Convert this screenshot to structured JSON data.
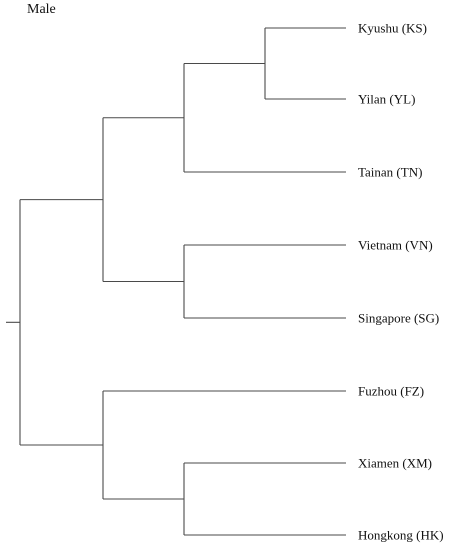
{
  "title": "Male",
  "leaves": [
    {
      "id": "KS",
      "label": "Kyushu (KS)"
    },
    {
      "id": "YL",
      "label": "Yilan (YL)"
    },
    {
      "id": "TN",
      "label": "Tainan (TN)"
    },
    {
      "id": "VN",
      "label": "Vietnam (VN)"
    },
    {
      "id": "SG",
      "label": "Singapore (SG)"
    },
    {
      "id": "FZ",
      "label": "Fuzhou (FZ)"
    },
    {
      "id": "XM",
      "label": "Xiamen (XM)"
    },
    {
      "id": "HK",
      "label": "Hongkong (HK)"
    }
  ],
  "tree": {
    "children": [
      {
        "children": [
          {
            "children": [
              {
                "children": [
                  {
                    "leaf": "KS"
                  },
                  {
                    "leaf": "YL"
                  }
                ]
              },
              {
                "leaf": "TN"
              }
            ]
          },
          {
            "children": [
              {
                "leaf": "VN"
              },
              {
                "leaf": "SG"
              }
            ]
          }
        ]
      },
      {
        "children": [
          {
            "leaf": "FZ"
          },
          {
            "children": [
              {
                "leaf": "XM"
              },
              {
                "leaf": "HK"
              }
            ]
          }
        ]
      }
    ]
  }
}
